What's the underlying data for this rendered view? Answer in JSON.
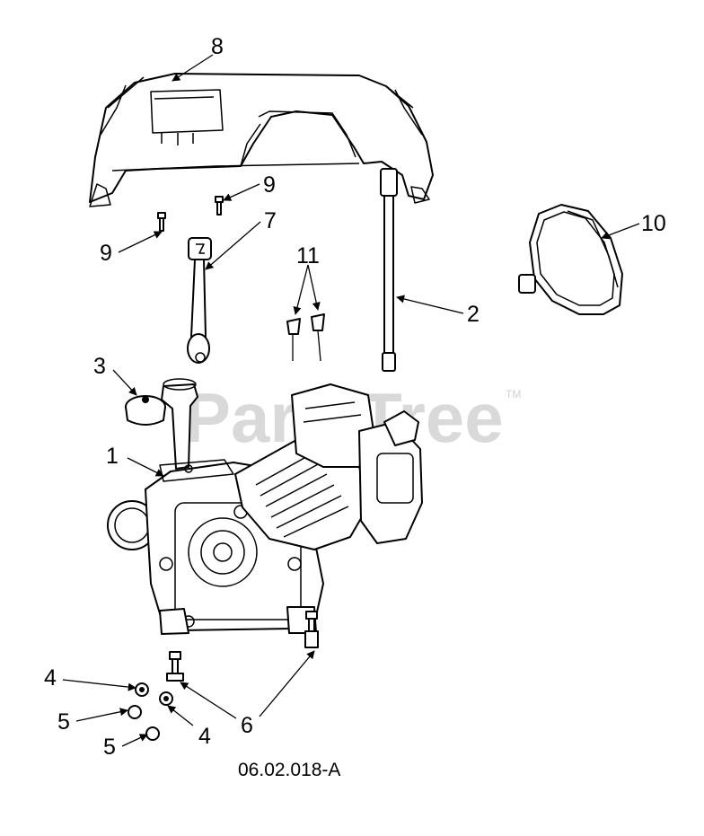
{
  "callouts": {
    "c1": "1",
    "c2": "2",
    "c3": "3",
    "c4a": "4",
    "c4b": "4",
    "c5a": "5",
    "c5b": "5",
    "c6": "6",
    "c7": "7",
    "c8": "8",
    "c9a": "9",
    "c9b": "9",
    "c10": "10",
    "c11": "11"
  },
  "figure_code": "06.02.018-A",
  "watermark": {
    "text": "PartsTree",
    "trademark": "TM",
    "color": "#d9d9d9"
  }
}
